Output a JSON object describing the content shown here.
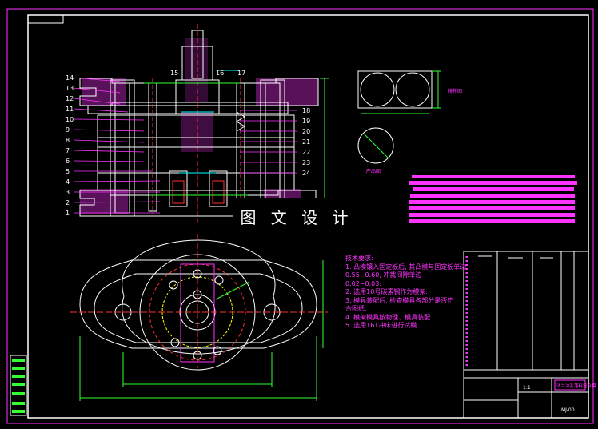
{
  "watermark": "图 文 设 计",
  "part_labels_left": [
    "14",
    "13",
    "12",
    "11",
    "10",
    "9",
    "8",
    "7",
    "6",
    "5",
    "4",
    "3",
    "2",
    "1"
  ],
  "part_labels_right": [
    "18",
    "19",
    "20",
    "21",
    "22",
    "23",
    "24"
  ],
  "part_labels_top": [
    "15",
    "16",
    "17"
  ],
  "view_labels": {
    "layout": "排样图",
    "product": "产品图"
  },
  "tech_requirements": {
    "title": "技术要求:",
    "items": [
      "1. 凸模镶入固定板后, 其凸模与固定板单边",
      "0.55~0.60, 冲裁间隙单边",
      "0.02~0.03.",
      "2. 选用10号碳素钢作为模架.",
      "3. 模具装配后, 检查模具各部分是否符",
      "合图纸.",
      "4. 模架模具按物理、模具装配.",
      "5. 选用16T冲床进行试模."
    ]
  },
  "title_block": {
    "name": "法兰冲孔落料复合模",
    "drawing_no": "MJ-00",
    "scale": "1:1"
  },
  "colors": {
    "outline": "#ffffff",
    "magenta": "#ff33ff",
    "cyan": "#00ffff",
    "yellow": "#ffff00",
    "red": "#ff3030",
    "green": "#33ff33"
  }
}
